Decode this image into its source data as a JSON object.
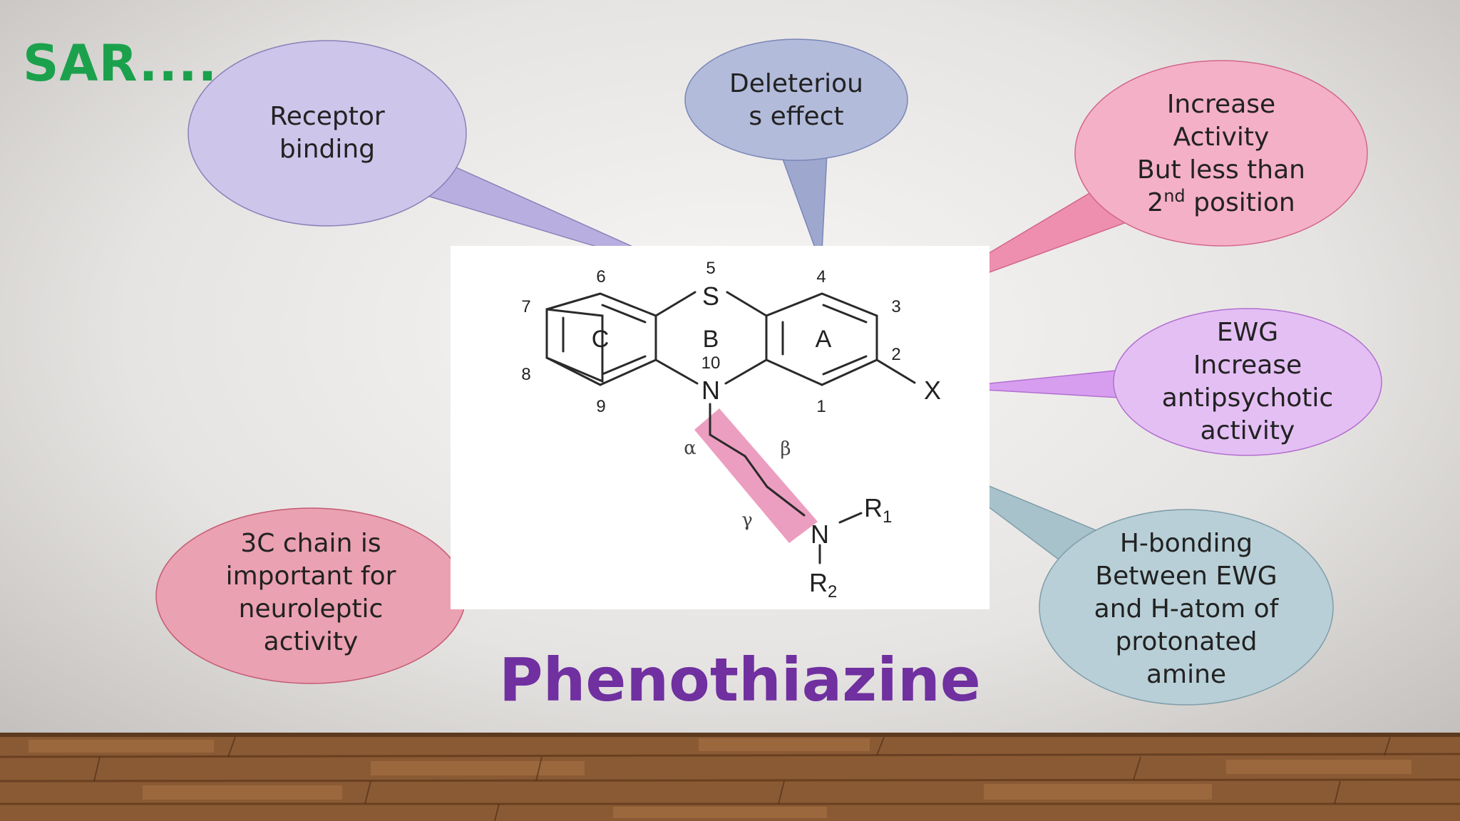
{
  "slide": {
    "title": "SAR....",
    "compound_name": "Phenothiazine"
  },
  "structure": {
    "atoms": {
      "S": "S",
      "N": "N",
      "X": "X",
      "amine_N": "N",
      "R1": "R",
      "R1_sub": "1",
      "R2": "R",
      "R2_sub": "2"
    },
    "ring_labels": {
      "A": "A",
      "B": "B",
      "C": "C"
    },
    "positions": {
      "p1": "1",
      "p2": "2",
      "p3": "3",
      "p4": "4",
      "p5": "5",
      "p6": "6",
      "p7": "7",
      "p8": "8",
      "p9": "9",
      "p10": "10"
    },
    "chain_labels": {
      "alpha": "α",
      "beta": "β",
      "gamma": "γ"
    }
  },
  "callouts": {
    "receptor_binding": {
      "lines": [
        "Receptor",
        "binding"
      ],
      "color": "#c8c0e6"
    },
    "position4": {
      "lines": [
        "Deleteriou",
        "s effect"
      ],
      "color": "#aeb6d8"
    },
    "position3": {
      "lines": [
        "Increase",
        "Activity",
        "But less than"
      ],
      "line4_main": "2",
      "line4_sup": "nd",
      "line4_rest": " position",
      "color": "#f2a6bf"
    },
    "ewg": {
      "lines": [
        "EWG",
        "Increase",
        "antipsychotic",
        "activity"
      ],
      "color": "#e1b9f2"
    },
    "chain": {
      "lines": [
        "3C chain is",
        "important for",
        "neuroleptic",
        "activity"
      ],
      "color": "#e89aab"
    },
    "hbond": {
      "lines": [
        "H-bonding",
        "Between EWG",
        "and H-atom of",
        "protonated",
        "amine"
      ],
      "color": "#b4ccd4"
    }
  }
}
